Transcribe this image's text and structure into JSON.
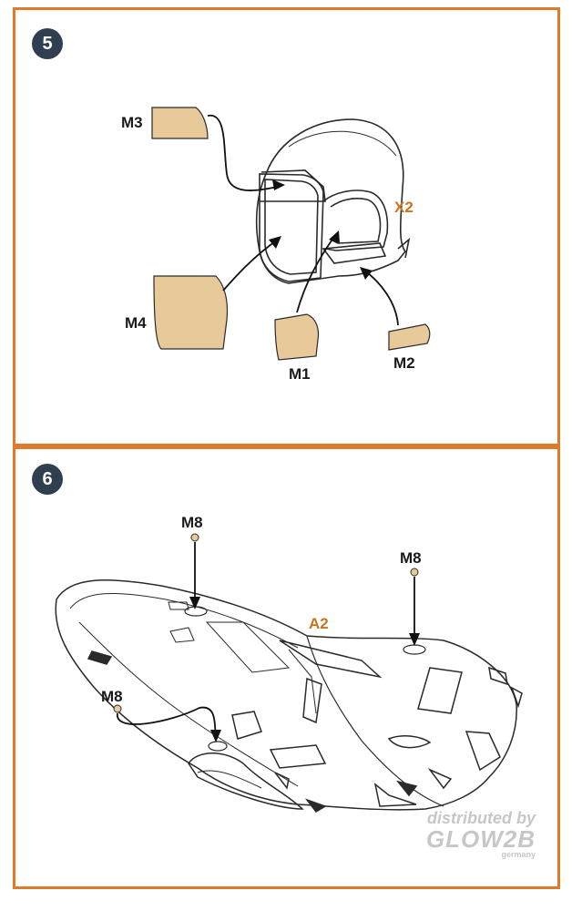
{
  "steps": [
    {
      "number": "5",
      "multiplier": "X2",
      "parts": [
        "M3",
        "M4",
        "M1",
        "M2"
      ]
    },
    {
      "number": "6",
      "part_code": "A2",
      "parts": [
        "M8",
        "M8",
        "M8"
      ]
    }
  ],
  "watermark": {
    "line1": "distributed by",
    "line2": "GLOW2B",
    "line3": "germany"
  },
  "colors": {
    "frame": "#e07a2b",
    "mask_fill": "#e8c99a",
    "badge": "#2f3f4f",
    "accent_text": "#c9741e"
  }
}
